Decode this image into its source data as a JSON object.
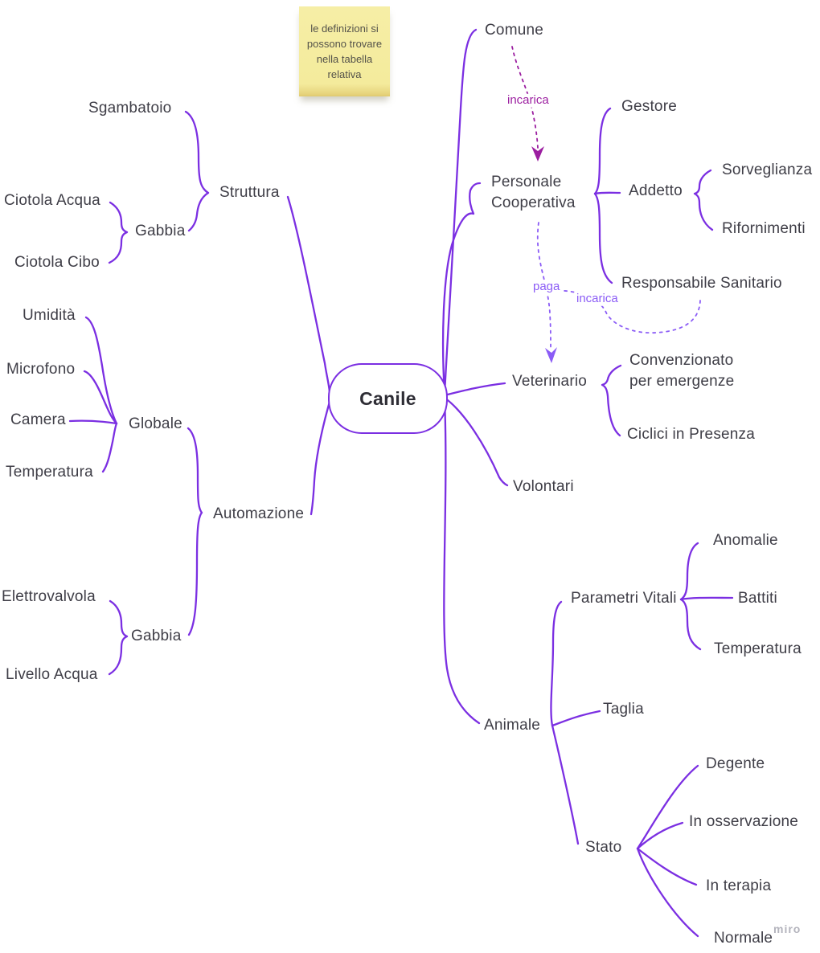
{
  "app": {
    "watermark": "miro"
  },
  "colors": {
    "branch": "#7b2fe2",
    "relation_magenta": "#9b1ea0",
    "relation_violet": "#8b5cf6",
    "text": "#3f3e47",
    "sticky_bg": "#f5ed9e",
    "root_text": "#2e2d35"
  },
  "sticky_note": {
    "text": "le definizioni si possono trovare nella tabella relativa"
  },
  "mindmap": {
    "root": {
      "label": "Canile"
    },
    "left": [
      {
        "label": "Struttura",
        "children": [
          {
            "label": "Sgambatoio"
          },
          {
            "label": "Gabbia",
            "children": [
              {
                "label": "Ciotola Acqua"
              },
              {
                "label": "Ciotola Cibo"
              }
            ]
          }
        ]
      },
      {
        "label": "Automazione",
        "children": [
          {
            "label": "Globale",
            "children": [
              {
                "label": "Umidità"
              },
              {
                "label": "Microfono"
              },
              {
                "label": "Camera"
              },
              {
                "label": "Temperatura"
              }
            ]
          },
          {
            "label": "Gabbia",
            "children": [
              {
                "label": "Elettrovalvola"
              },
              {
                "label": "Livello Acqua"
              }
            ]
          }
        ]
      }
    ],
    "right": [
      {
        "label": "Comune"
      },
      {
        "label": "Personale Cooperativa",
        "children": [
          {
            "label": "Gestore"
          },
          {
            "label": "Addetto",
            "children": [
              {
                "label": "Sorveglianza"
              },
              {
                "label": "Rifornimenti"
              }
            ]
          },
          {
            "label": "Responsabile Sanitario"
          }
        ]
      },
      {
        "label": "Veterinario",
        "children": [
          {
            "label": "Convenzionato per emergenze"
          },
          {
            "label": "Ciclici in Presenza"
          }
        ]
      },
      {
        "label": "Volontari"
      },
      {
        "label": "Animale",
        "children": [
          {
            "label": "Parametri Vitali",
            "children": [
              {
                "label": "Anomalie"
              },
              {
                "label": "Battiti"
              },
              {
                "label": "Temperatura"
              }
            ]
          },
          {
            "label": "Taglia"
          },
          {
            "label": "Stato",
            "children": [
              {
                "label": "Degente"
              },
              {
                "label": "In osservazione"
              },
              {
                "label": "In terapia"
              },
              {
                "label": "Normale"
              }
            ]
          }
        ]
      }
    ],
    "relations": [
      {
        "label": "incarica",
        "from": "Comune",
        "to": "Personale Cooperativa",
        "color": "#9b1ea0"
      },
      {
        "label": "paga",
        "from": "Personale Cooperativa",
        "to": "Veterinario",
        "color": "#8b5cf6"
      },
      {
        "label": "incarica",
        "from": "Responsabile Sanitario",
        "to": "Veterinario",
        "color": "#8b5cf6"
      }
    ]
  }
}
